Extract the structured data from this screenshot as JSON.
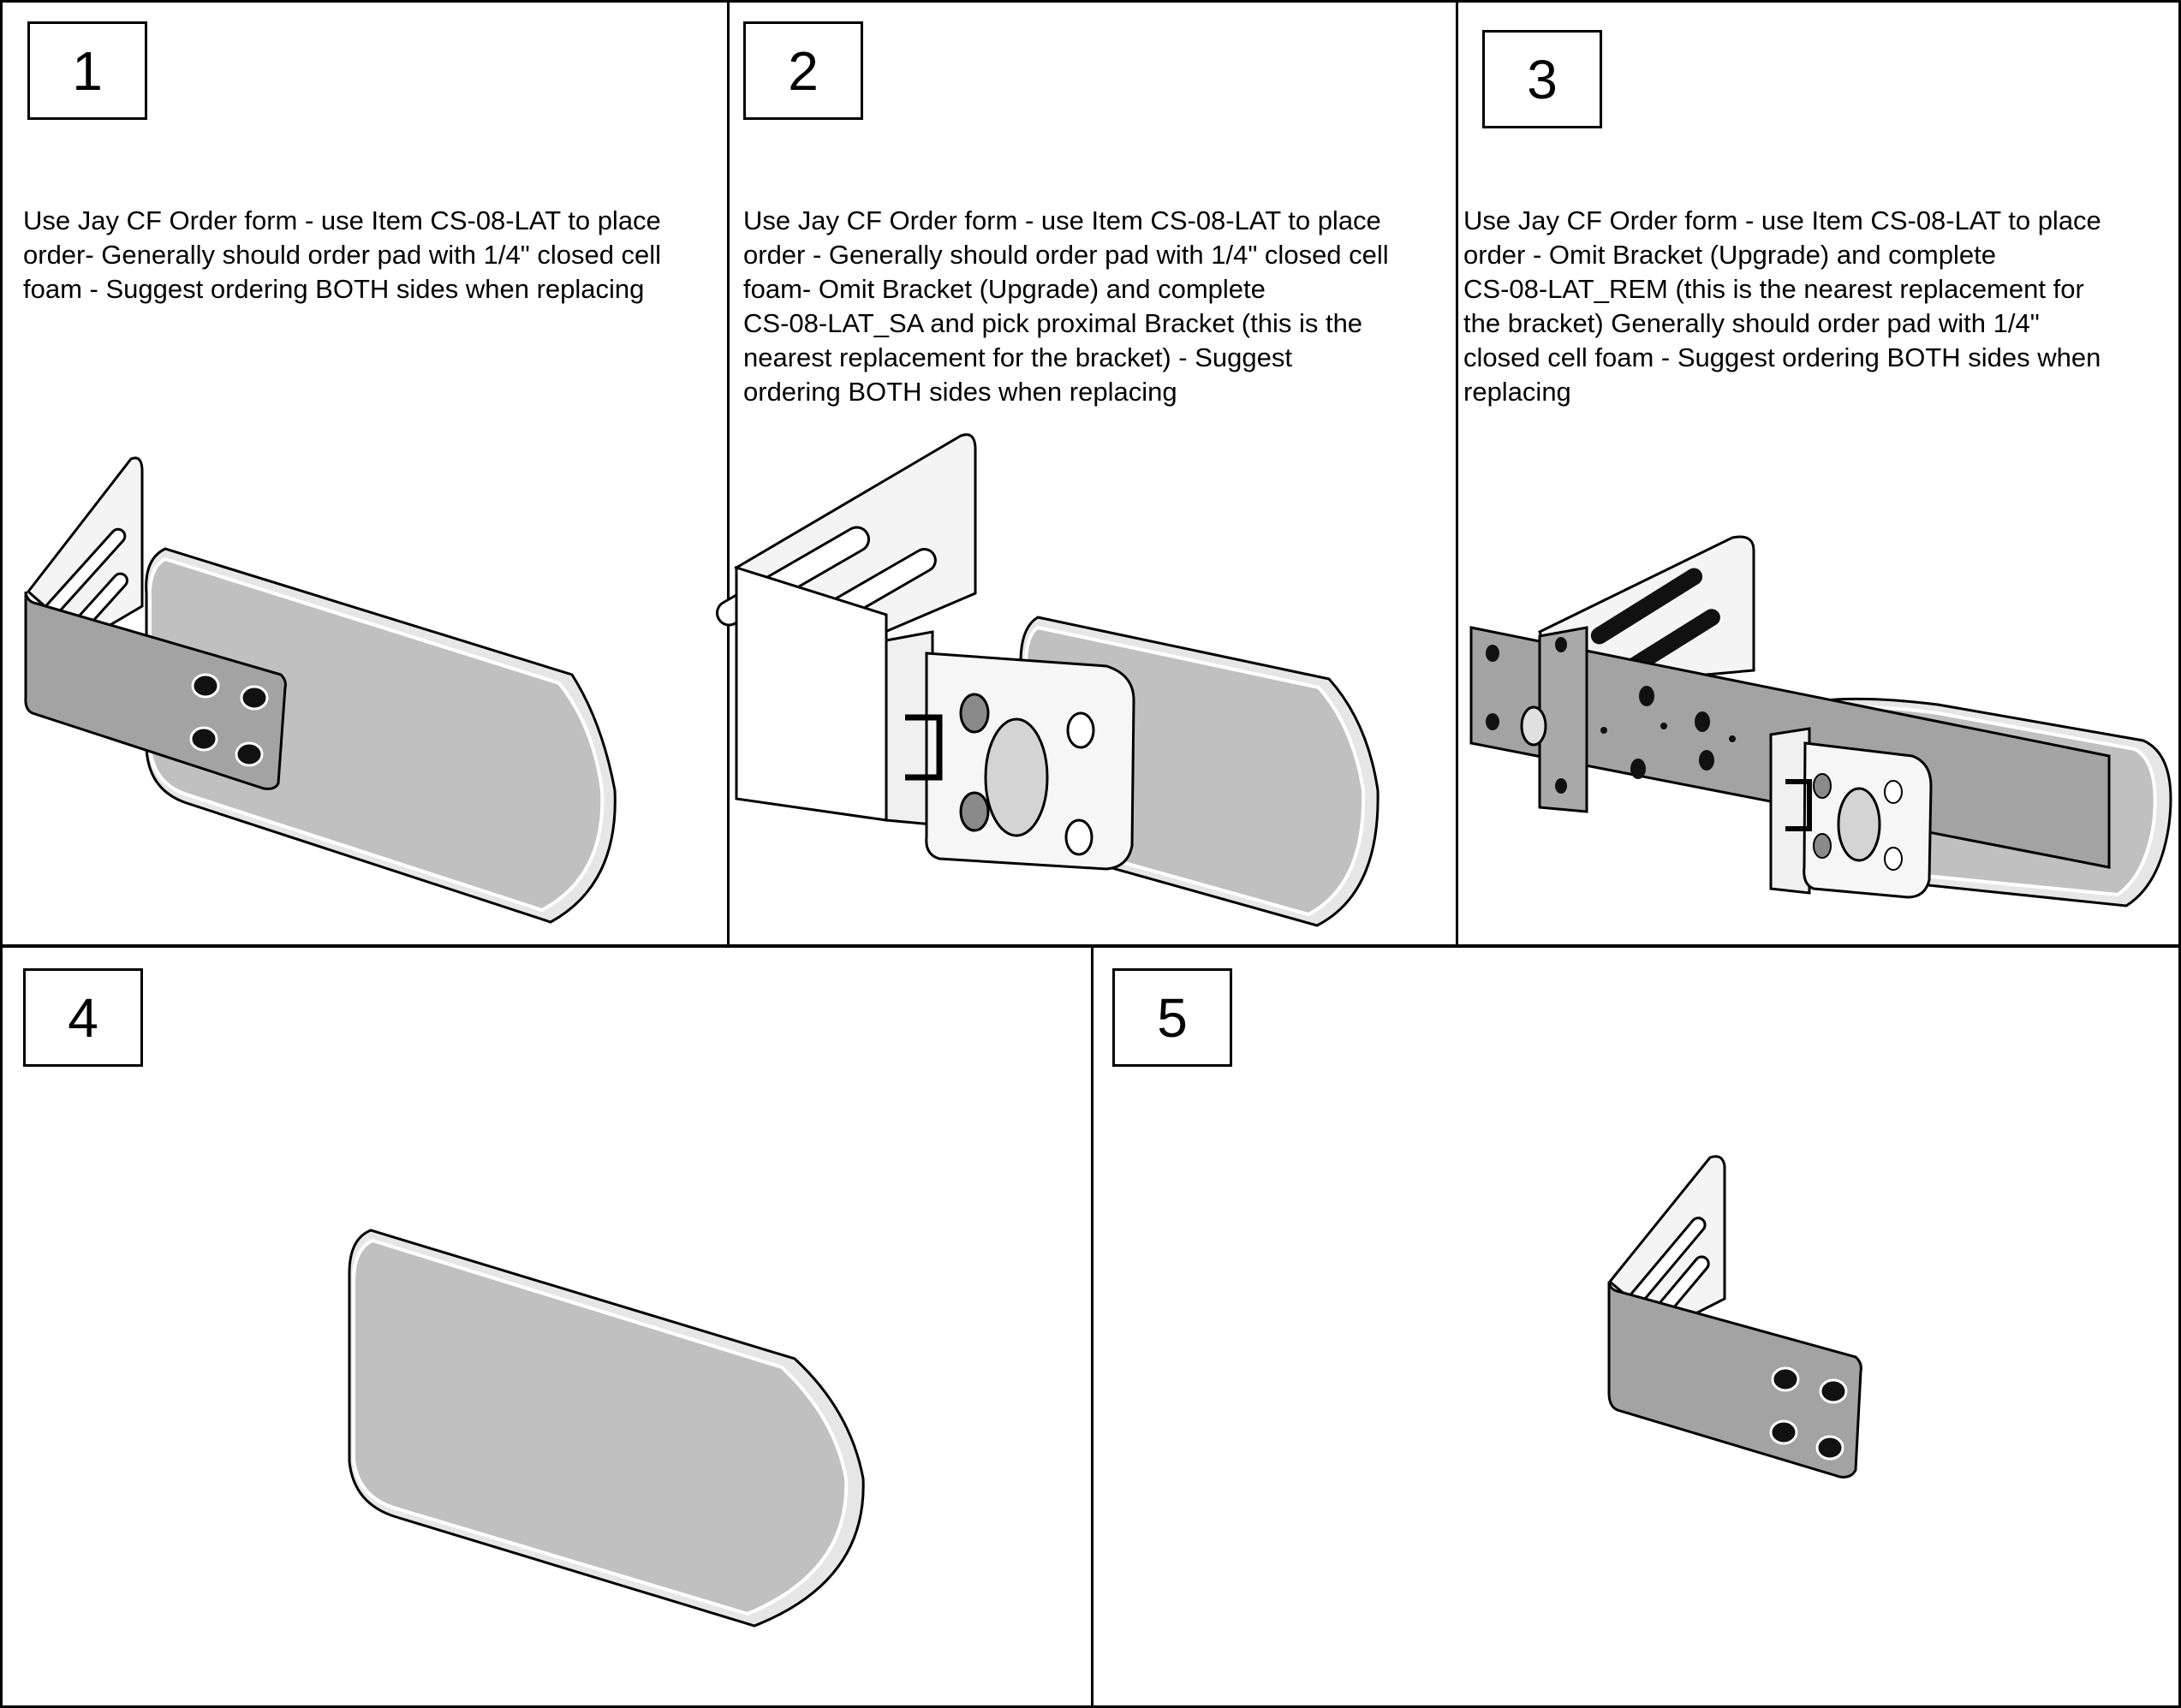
{
  "panels": [
    {
      "number": "1",
      "text": "Use Jay CF Order form - use Item CS-08-LAT to place\norder- Generally should order pad with 1/4\" closed cell\nfoam  - Suggest ordering BOTH sides when replacing",
      "illustration": "pad-with-bracket"
    },
    {
      "number": "2",
      "text": "Use Jay CF Order form - use Item CS-08-LAT to place\norder -  Generally should order pad with 1/4\" closed cell\nfoam- Omit Bracket (Upgrade) and complete\nCS-08-LAT_SA and pick proximal Bracket (this is the\nnearest replacement for the bracket)  - Suggest\nordering BOTH sides when replacing",
      "illustration": "pad-with-swing-away-hardware"
    },
    {
      "number": "3",
      "text": "Use Jay CF Order form - use Item CS-08-LAT to place\norder - Omit Bracket (Upgrade) and complete\nCS-08-LAT_REM  (this is the nearest replacement for\nthe bracket) Generally should order pad with 1/4\"\nclosed cell foam - Suggest ordering BOTH sides when\nreplacing",
      "illustration": "pad-with-removable-hardware"
    },
    {
      "number": "4",
      "text": "",
      "illustration": "pad-only"
    },
    {
      "number": "5",
      "text": "",
      "illustration": "bracket-only"
    }
  ],
  "colors": {
    "border": "#000000",
    "pad_face": "#c0c0c0",
    "pad_edge": "#e6e6e6",
    "bracket": "#a3a3a3",
    "bracket_light": "#f4f4f4"
  }
}
